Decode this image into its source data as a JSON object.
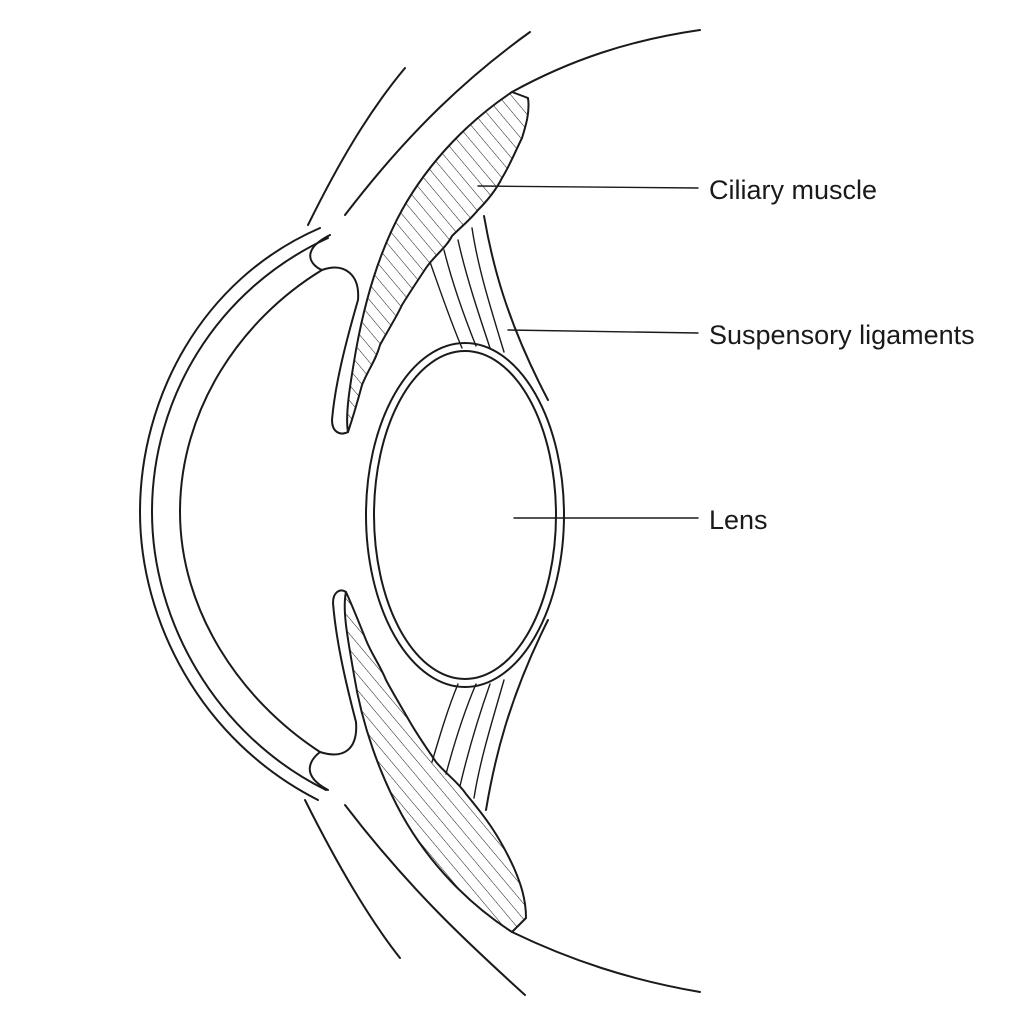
{
  "labels": {
    "ciliary_muscle": "Ciliary muscle",
    "suspensory_ligaments": "Suspensory ligaments",
    "lens": "Lens"
  }
}
